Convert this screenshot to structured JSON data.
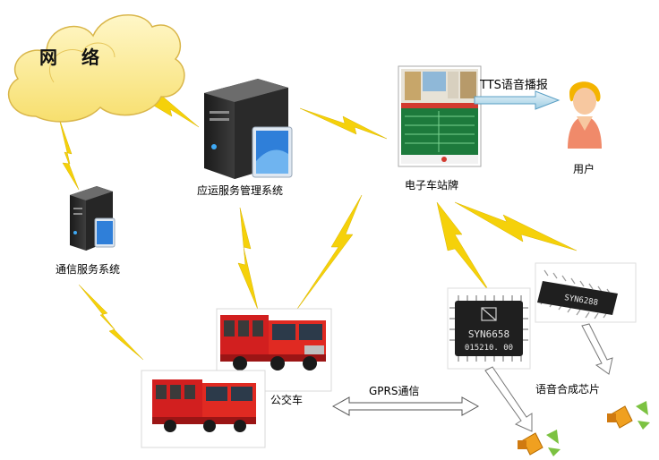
{
  "network": {
    "label": "网 络"
  },
  "dispatch_server": {
    "label": "应运服务管理系统"
  },
  "comm_server": {
    "label": "通信服务系统"
  },
  "bus_stop_sign": {
    "label": "电子车站牌"
  },
  "tts": {
    "label": "TTS语音播报"
  },
  "user": {
    "label": "用户"
  },
  "bus": {
    "label": "公交车"
  },
  "gprs": {
    "label": "GPRS通信"
  },
  "chip_main": {
    "line1": "SYN6658",
    "line2": "015210. 00"
  },
  "chip_small": {
    "text": "SYN6288"
  },
  "speech_chip": {
    "label": "语音合成芯片"
  }
}
